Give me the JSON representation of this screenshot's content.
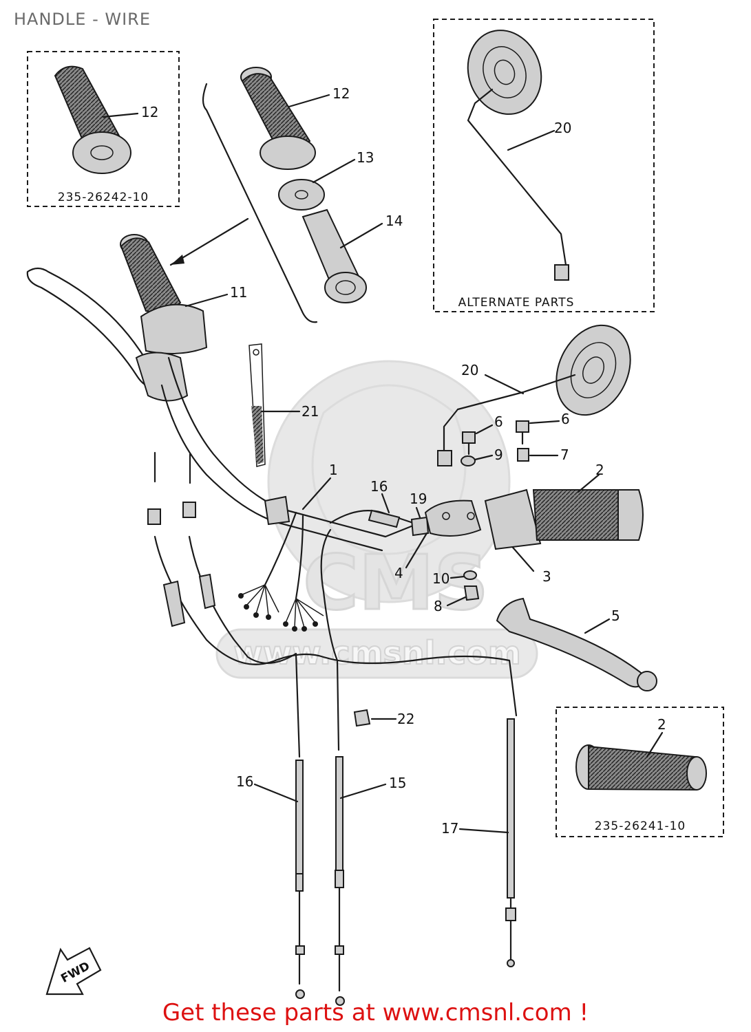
{
  "title": "HANDLE - WIRE",
  "footer": "Get these parts at www.cmsnl.com !",
  "watermark": {
    "logo": "CMS",
    "url": "www.cmsnl.com"
  },
  "boxes": {
    "left_top": "235-26242-10",
    "right_top": "ALTERNATE PARTS",
    "right_bottom": "235-26241-10"
  },
  "fwd_label": "FWD",
  "callouts": {
    "c1": "1",
    "c2a": "2",
    "c2b": "2",
    "c3": "3",
    "c4": "4",
    "c5": "5",
    "c6a": "6",
    "c6b": "6",
    "c7": "7",
    "c8": "8",
    "c9": "9",
    "c10": "10",
    "c11": "11",
    "c12a": "12",
    "c12b": "12",
    "c13": "13",
    "c14": "14",
    "c15": "15",
    "c16a": "16",
    "c16b": "16",
    "c17": "17",
    "c19": "19",
    "c20a": "20",
    "c20b": "20",
    "c21": "21",
    "c22": "22"
  },
  "colors": {
    "line": "#1a1a1a",
    "footer": "#dd1111",
    "title": "#6a6a6a",
    "watermark": "#e4e4e4"
  }
}
